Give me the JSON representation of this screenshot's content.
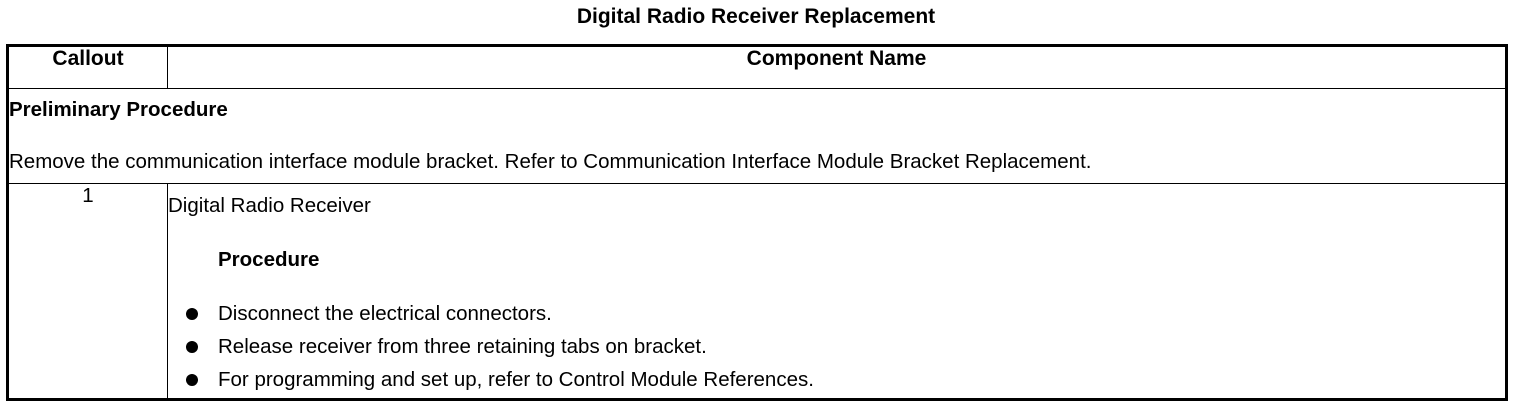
{
  "title": "Digital Radio Receiver Replacement",
  "table": {
    "headers": {
      "callout": "Callout",
      "component": "Component Name"
    },
    "preliminary": {
      "heading": "Preliminary Procedure",
      "text": "Remove the communication interface module bracket. Refer to Communication Interface Module Bracket Replacement."
    },
    "rows": [
      {
        "callout": "1",
        "component": "Digital Radio Receiver",
        "procedure_heading": "Procedure",
        "steps": [
          "Disconnect the electrical connectors.",
          "Release receiver from three retaining tabs on bracket.",
          "For programming and set up, refer to Control Module References."
        ]
      }
    ]
  }
}
